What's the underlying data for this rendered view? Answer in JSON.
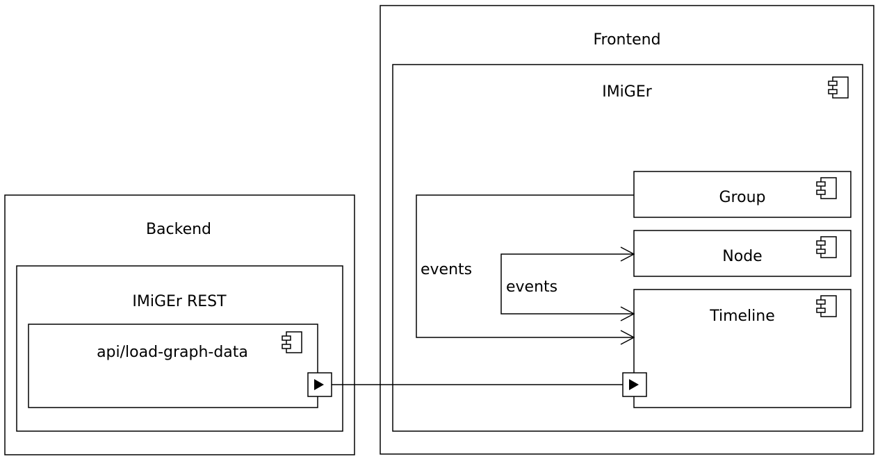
{
  "backend": {
    "title": "Backend",
    "rest": {
      "title": "IMiGEr REST",
      "endpoint": {
        "label": "api/load-graph-data"
      }
    }
  },
  "frontend": {
    "title": "Frontend",
    "imiger": {
      "title": "IMiGEr",
      "components": {
        "group": "Group",
        "node": "Node",
        "timeline": "Timeline"
      }
    }
  },
  "connectors": {
    "events_outer": "events",
    "events_inner": "events"
  }
}
